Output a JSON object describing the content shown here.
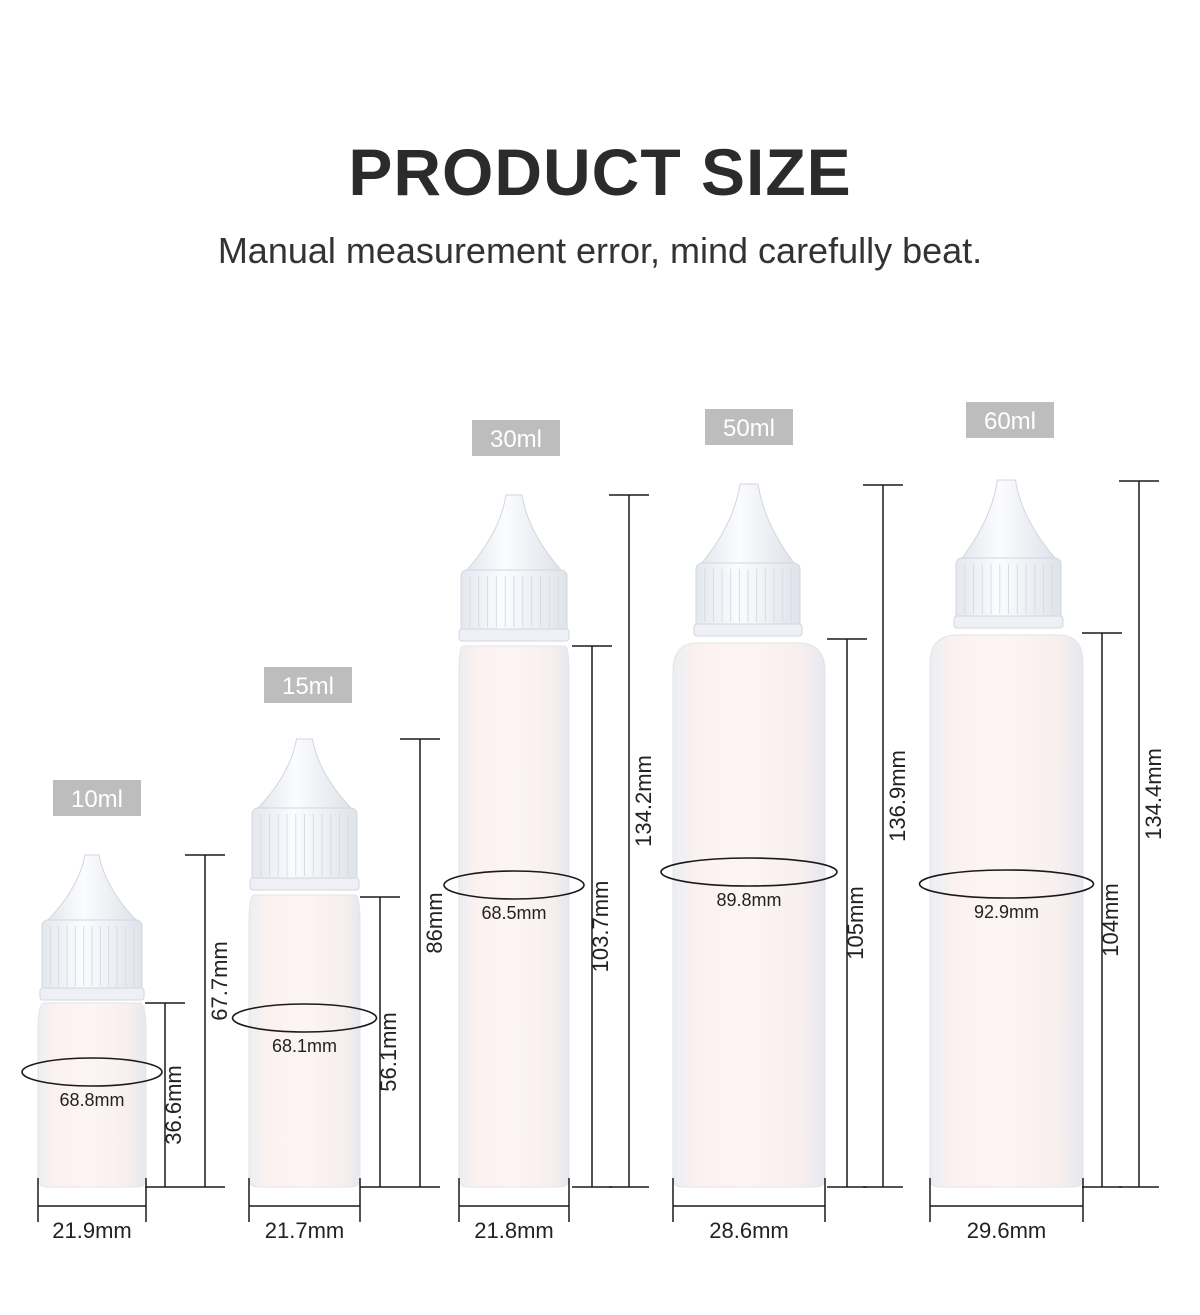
{
  "header": {
    "title": "PRODUCT SIZE",
    "subtitle": "Manual measurement error, mind carefully beat."
  },
  "bottles": [
    {
      "capacity": "10ml",
      "circumference": "68.8mm",
      "body_height": "36.6mm",
      "total_height": "67.7mm",
      "width": "21.9mm"
    },
    {
      "capacity": "15ml",
      "circumference": "68.1mm",
      "body_height": "56.1mm",
      "total_height": "86mm",
      "width": "21.7mm"
    },
    {
      "capacity": "30ml",
      "circumference": "68.5mm",
      "body_height": "103.7mm",
      "total_height": "134.2mm",
      "width": "21.8mm"
    },
    {
      "capacity": "50ml",
      "circumference": "89.8mm",
      "body_height": "105mm",
      "total_height": "136.9mm",
      "width": "28.6mm"
    },
    {
      "capacity": "60ml",
      "circumference": "92.9mm",
      "body_height": "104mm",
      "total_height": "134.4mm",
      "width": "29.6mm"
    }
  ],
  "colors": {
    "tag_background": "#bdbdbd",
    "bottle_body": "#fbf3f2",
    "cap": "#f4f6fa",
    "dimension_line": "#1a1a1a"
  }
}
